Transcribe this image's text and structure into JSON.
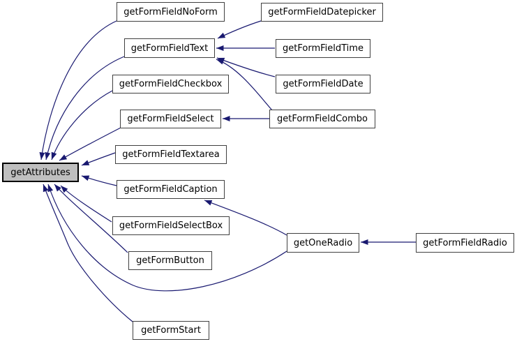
{
  "diagram": {
    "kind": "doxygen-caller-graph",
    "focus_function": "getAttributes"
  },
  "colors": {
    "edge": "#191970",
    "node_border": "#404040",
    "highlight_fill": "#bfbfbf",
    "background": "#ffffff"
  },
  "nodes": {
    "attributes": {
      "label": "getAttributes",
      "highlighted": true
    },
    "noform": {
      "label": "getFormFieldNoForm"
    },
    "text": {
      "label": "getFormFieldText"
    },
    "checkbox": {
      "label": "getFormFieldCheckbox"
    },
    "select": {
      "label": "getFormFieldSelect"
    },
    "textarea": {
      "label": "getFormFieldTextarea"
    },
    "caption": {
      "label": "getFormFieldCaption"
    },
    "selectbox": {
      "label": "getFormFieldSelectBox"
    },
    "button": {
      "label": "getFormButton"
    },
    "start": {
      "label": "getFormStart"
    },
    "datepicker": {
      "label": "getFormFieldDatepicker"
    },
    "time": {
      "label": "getFormFieldTime"
    },
    "date": {
      "label": "getFormFieldDate"
    },
    "combo": {
      "label": "getFormFieldCombo"
    },
    "oneradio": {
      "label": "getOneRadio"
    },
    "radio": {
      "label": "getFormFieldRadio"
    }
  },
  "edges": [
    {
      "from": "getFormFieldNoForm",
      "to": "getAttributes"
    },
    {
      "from": "getFormFieldText",
      "to": "getAttributes"
    },
    {
      "from": "getFormFieldCheckbox",
      "to": "getAttributes"
    },
    {
      "from": "getFormFieldSelect",
      "to": "getAttributes"
    },
    {
      "from": "getFormFieldTextarea",
      "to": "getAttributes"
    },
    {
      "from": "getFormFieldCaption",
      "to": "getAttributes"
    },
    {
      "from": "getFormFieldSelectBox",
      "to": "getAttributes"
    },
    {
      "from": "getFormButton",
      "to": "getAttributes"
    },
    {
      "from": "getOneRadio",
      "to": "getAttributes"
    },
    {
      "from": "getFormStart",
      "to": "getAttributes"
    },
    {
      "from": "getFormFieldDatepicker",
      "to": "getFormFieldText"
    },
    {
      "from": "getFormFieldTime",
      "to": "getFormFieldText"
    },
    {
      "from": "getFormFieldDate",
      "to": "getFormFieldText"
    },
    {
      "from": "getFormFieldCombo",
      "to": "getFormFieldText"
    },
    {
      "from": "getFormFieldCombo",
      "to": "getFormFieldSelect"
    },
    {
      "from": "getOneRadio",
      "to": "getFormFieldCaption"
    },
    {
      "from": "getFormFieldRadio",
      "to": "getOneRadio"
    }
  ]
}
